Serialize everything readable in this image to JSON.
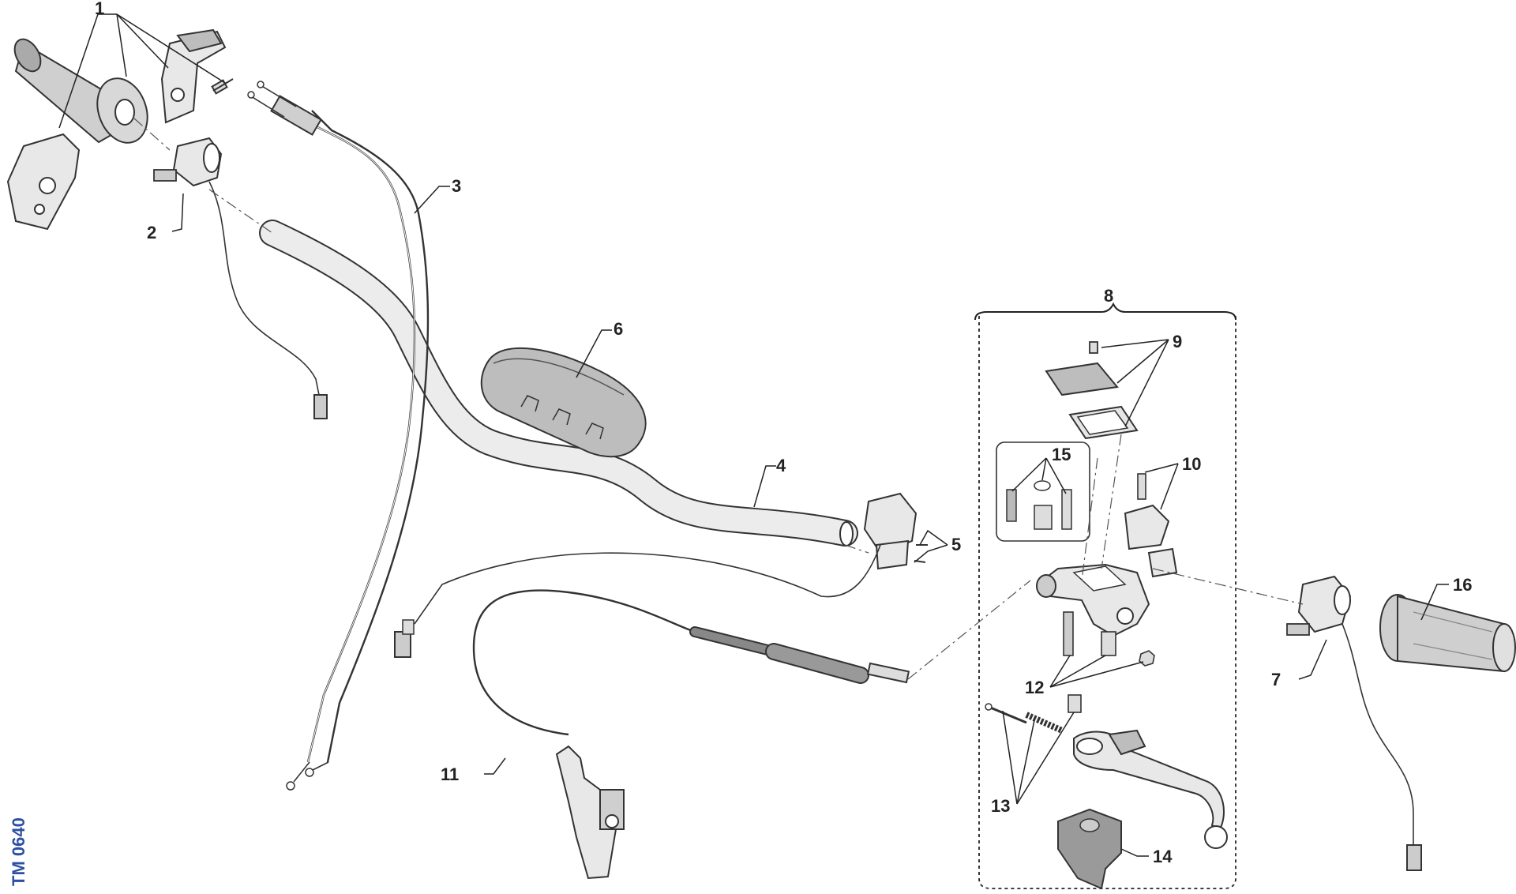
{
  "diagram": {
    "callouts": [
      "1",
      "2",
      "3",
      "4",
      "5",
      "6",
      "7",
      "8",
      "9",
      "10",
      "11",
      "12",
      "13",
      "14",
      "15",
      "16"
    ],
    "drawing_code": "TM 0640"
  }
}
